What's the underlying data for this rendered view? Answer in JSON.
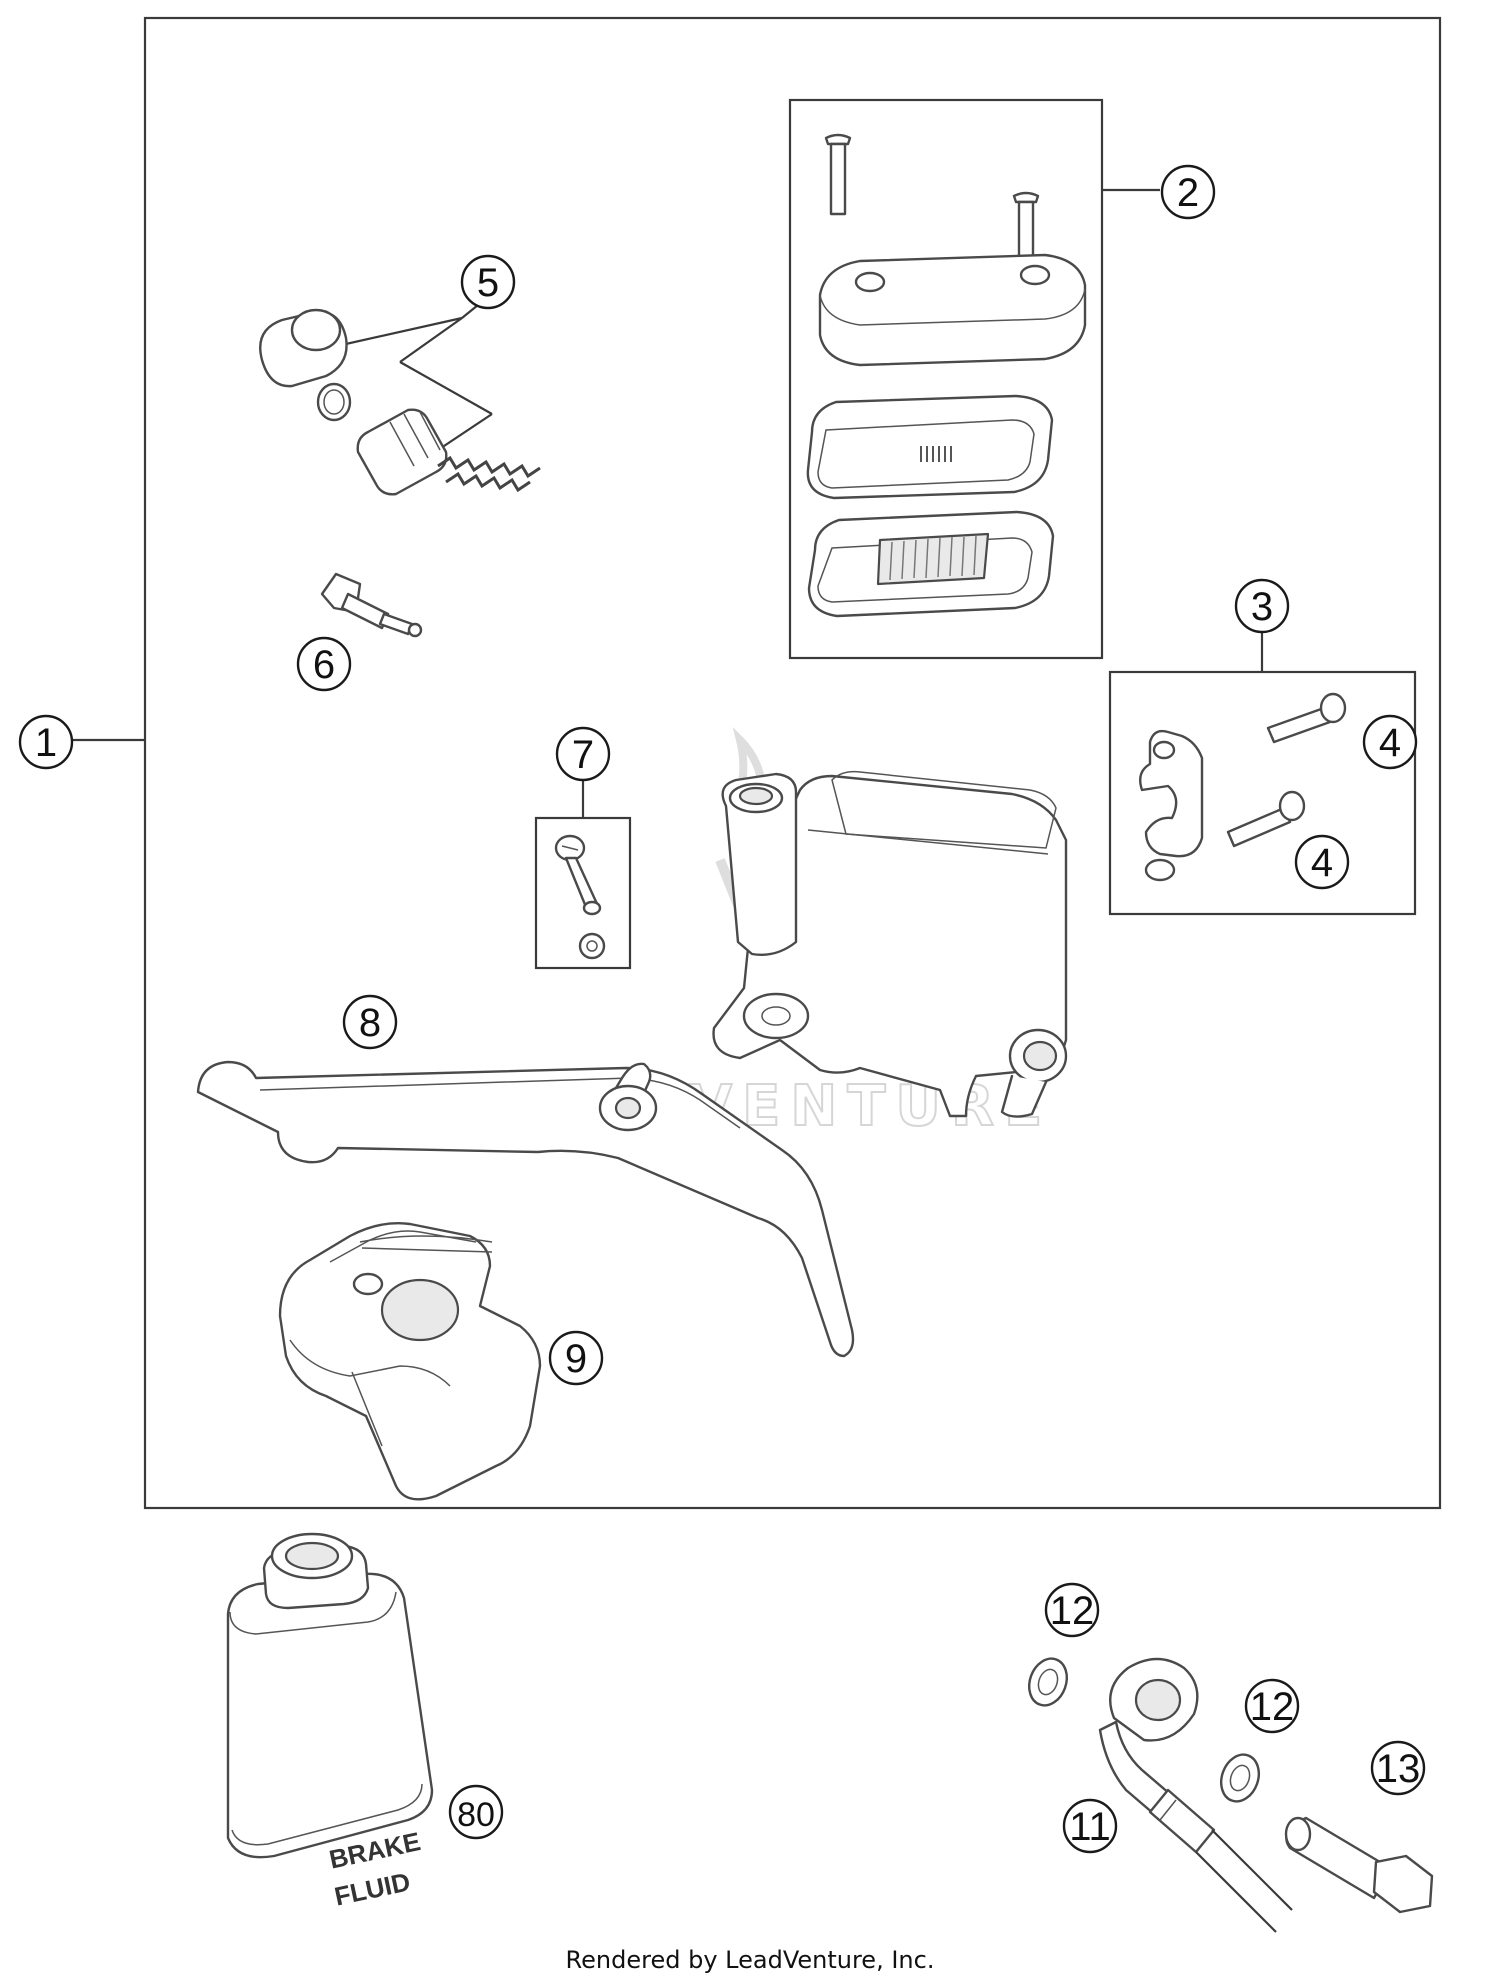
{
  "callouts": {
    "c1": "1",
    "c2": "2",
    "c3": "3",
    "c4a": "4",
    "c4b": "4",
    "c5": "5",
    "c6": "6",
    "c7": "7",
    "c8": "8",
    "c9": "9",
    "c11": "11",
    "c12a": "12",
    "c12b": "12",
    "c13": "13",
    "c80": "80"
  },
  "bottle_label": {
    "line1": "BRAKE",
    "line2": "FLUID"
  },
  "watermark": "LEADVENTURE",
  "footer": "Rendered by LeadVenture, Inc."
}
